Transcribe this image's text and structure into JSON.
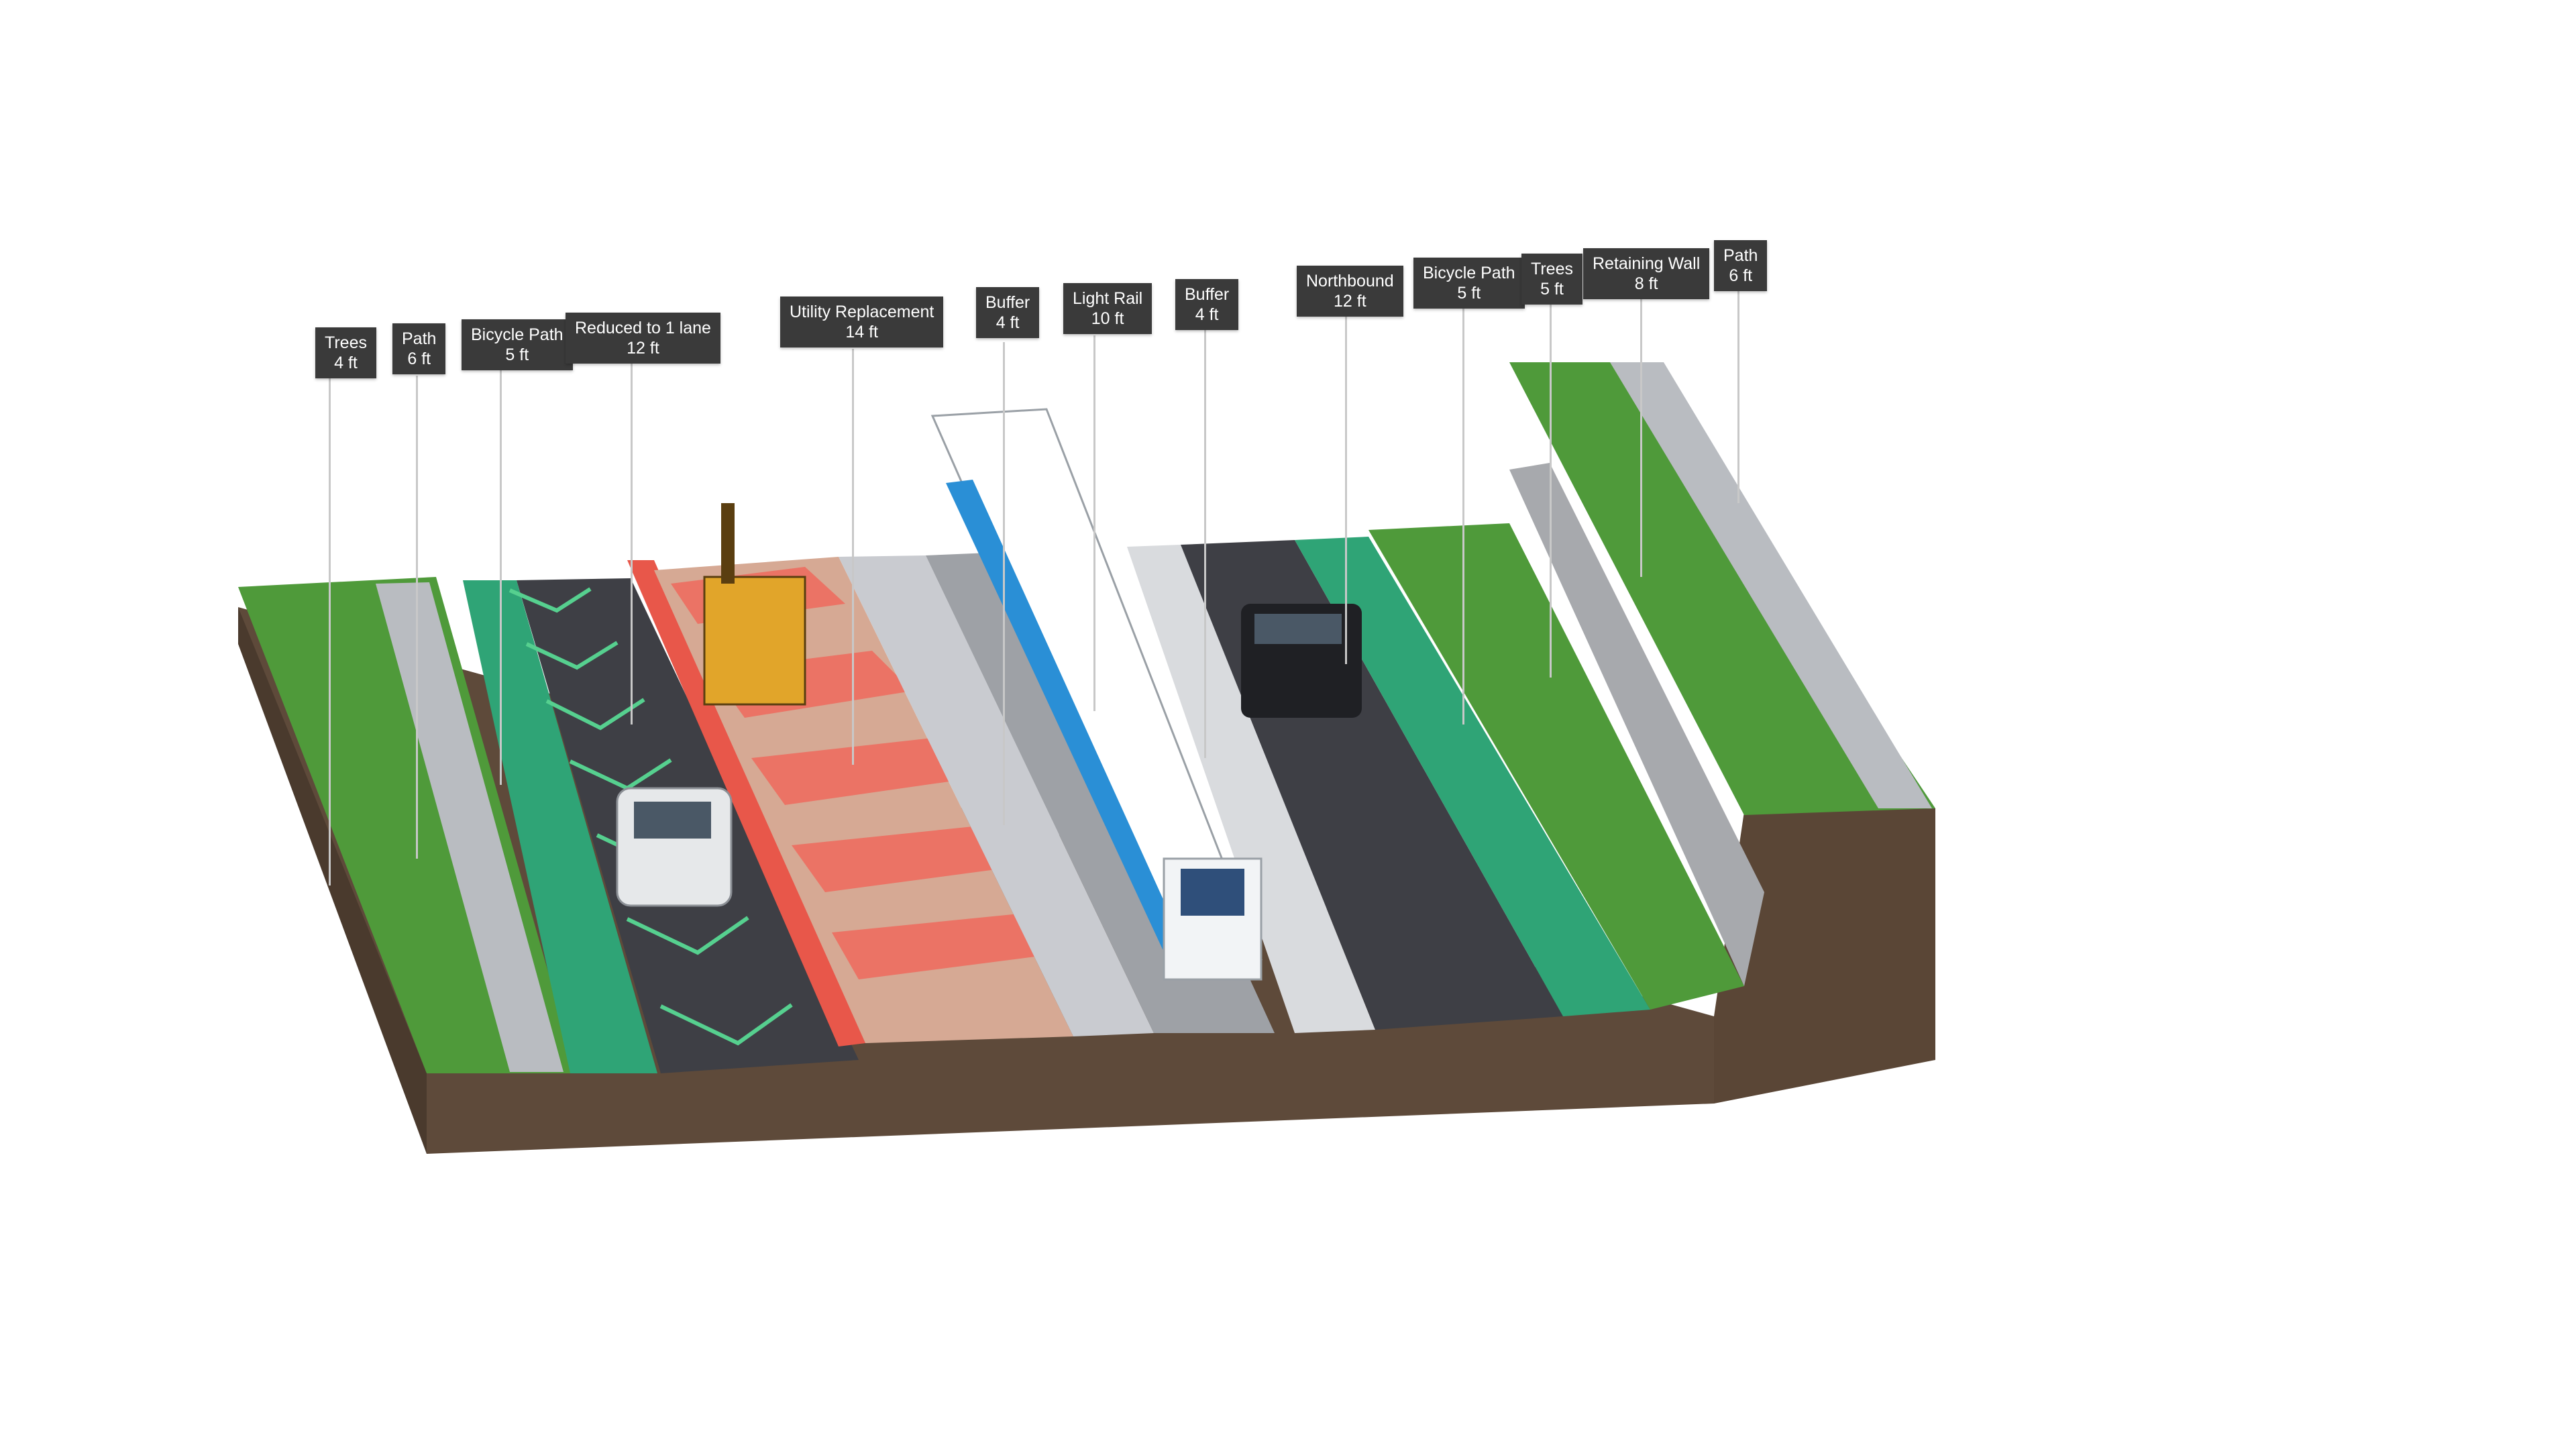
{
  "labels": [
    {
      "name": "Trees",
      "value": "4 ft"
    },
    {
      "name": "Path",
      "value": "6 ft"
    },
    {
      "name": "Bicycle Path",
      "value": "5 ft"
    },
    {
      "name": "Reduced to 1 lane",
      "value": "12 ft"
    },
    {
      "name": "Utility Replacement",
      "value": "14 ft"
    },
    {
      "name": "Buffer",
      "value": "4 ft"
    },
    {
      "name": "Light Rail",
      "value": "10 ft"
    },
    {
      "name": "Buffer",
      "value": "4 ft"
    },
    {
      "name": "Northbound",
      "value": "12 ft"
    },
    {
      "name": "Bicycle Path",
      "value": "5 ft"
    },
    {
      "name": "Trees",
      "value": "5 ft"
    },
    {
      "name": "Retaining Wall",
      "value": "8 ft"
    },
    {
      "name": "Path",
      "value": "6 ft"
    }
  ],
  "colors": {
    "grass": "#4f9a3a",
    "soil": "#5e4a3a",
    "asphalt": "#3e3f45",
    "bike_lane": "#2fa476",
    "work_zone": "#e8574a",
    "sidewalk": "#c9cbd0",
    "label_bg": "#3a3a3a"
  }
}
